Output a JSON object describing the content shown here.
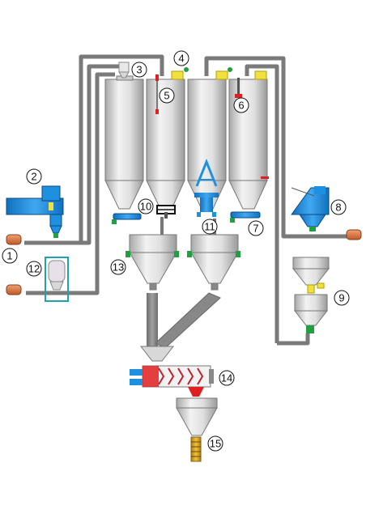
{
  "colors": {
    "pipe": "#8a8a8a",
    "pipe_edge": "#6a6a6a",
    "silo_light": "#e6e6e6",
    "silo_dark": "#a8a8a8",
    "blue": "#1e90e0",
    "red": "#e02020",
    "green": "#20a040",
    "yellow": "#e8d800",
    "orange": "#e07840",
    "gold": "#d4a020",
    "slate": "#6a7a8a"
  },
  "labels": [
    {
      "id": "label-1",
      "text": "1"
    },
    {
      "id": "label-2",
      "text": "2"
    },
    {
      "id": "label-3",
      "text": "3"
    },
    {
      "id": "label-4",
      "text": "4"
    },
    {
      "id": "label-5",
      "text": "5"
    },
    {
      "id": "label-6",
      "text": "6"
    },
    {
      "id": "label-7",
      "text": "7"
    },
    {
      "id": "label-8",
      "text": "8"
    },
    {
      "id": "label-9",
      "text": "9"
    },
    {
      "id": "label-10",
      "text": "10"
    },
    {
      "id": "label-11",
      "text": "11"
    },
    {
      "id": "label-12",
      "text": "12"
    },
    {
      "id": "label-13",
      "text": "13"
    },
    {
      "id": "label-14",
      "text": "14"
    },
    {
      "id": "label-15",
      "text": "15"
    }
  ],
  "icons": [
    "blower-icon",
    "cyclone-icon",
    "filter-icon",
    "level-sensor-icon",
    "screw-conveyor-icon",
    "bag-station-icon",
    "mixer-icon"
  ]
}
